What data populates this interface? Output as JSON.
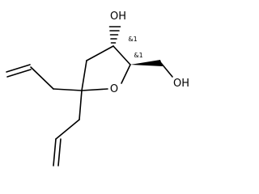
{
  "molecule": {
    "ring_oxygen": "O",
    "hydroxyl_top": "OH",
    "hydroxyl_right": "OH",
    "stereo_c3": "&1",
    "stereo_c2": "&1"
  },
  "colors": {
    "bond": "#000000",
    "text": "#000000",
    "background": "#ffffff"
  }
}
